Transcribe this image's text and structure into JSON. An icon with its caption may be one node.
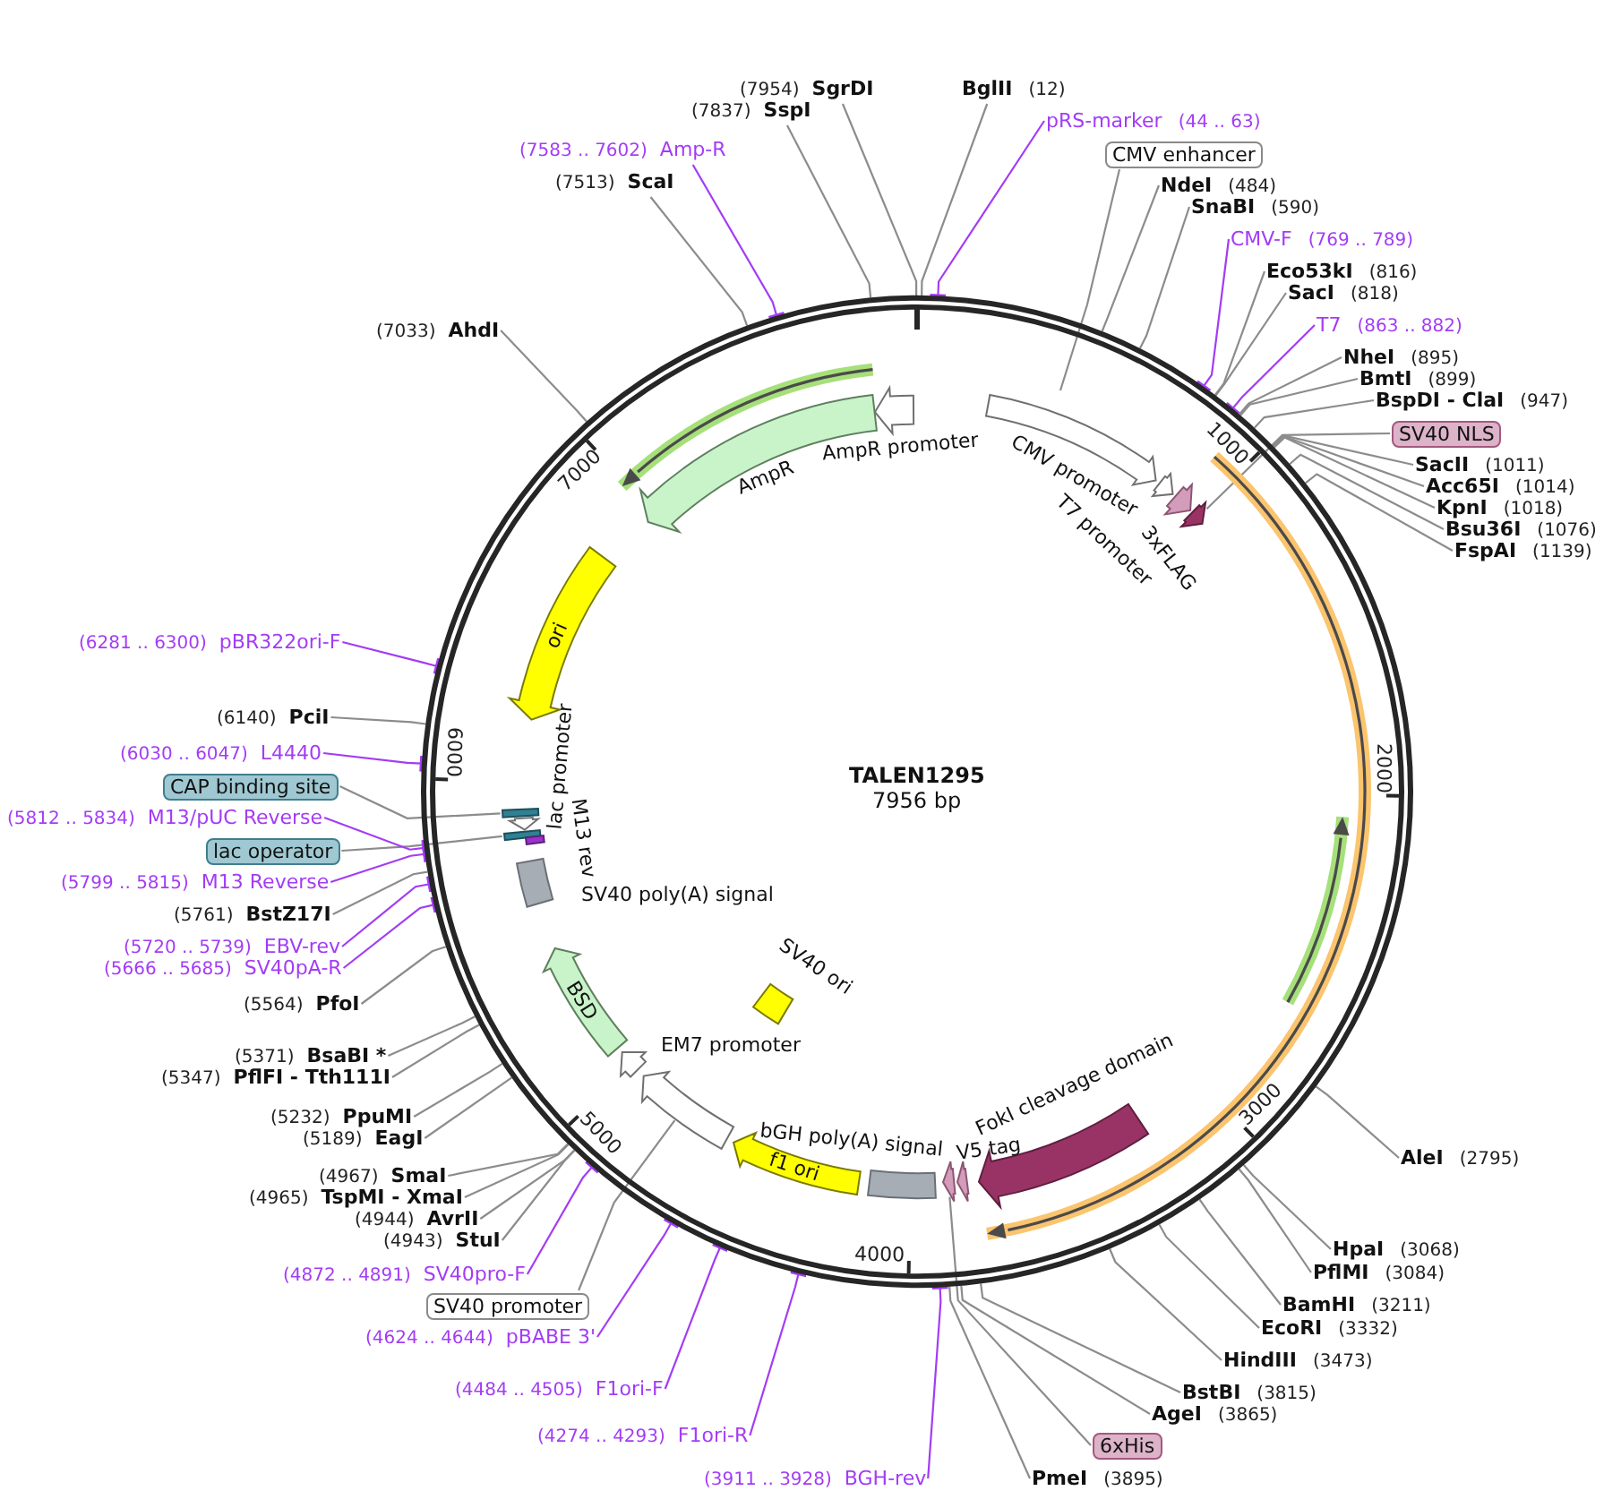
{
  "diagram": {
    "nodes": [
      {
        "text": [
          "TALEN1295",
          "7956 bp"
        ]
      },
      {
        "text": [
          "SgrDI"
        ],
        "beside": [
          "(7954)"
        ]
      },
      {
        "text": [
          "BglII"
        ],
        "beside": [
          "(12)"
        ]
      },
      {
        "text": [
          "pRS-marker"
        ],
        "beside": [
          "(44 .. 63)"
        ]
      },
      {
        "text": [
          "CMV enhancer"
        ]
      },
      {
        "text": [
          "NdeI"
        ],
        "beside": [
          "(484)"
        ]
      },
      {
        "text": [
          "SnaBI"
        ],
        "beside": [
          "(590)"
        ]
      },
      {
        "text": [
          "CMV-F"
        ],
        "beside": [
          "(769 .. 789)"
        ]
      },
      {
        "text": [
          "Eco53kI"
        ],
        "beside": [
          "(816)"
        ]
      },
      {
        "text": [
          "SacI"
        ],
        "beside": [
          "(818)"
        ]
      },
      {
        "text": [
          "T7"
        ],
        "beside": [
          "(863 .. 882)"
        ]
      },
      {
        "text": [
          "NheI"
        ],
        "beside": [
          "(895)"
        ]
      },
      {
        "text": [
          "BmtI"
        ],
        "beside": [
          "(899)"
        ]
      },
      {
        "text": [
          "BspDI - ClaI"
        ],
        "beside": [
          "(947)"
        ]
      },
      {
        "text": [
          "SV40 NLS"
        ]
      },
      {
        "text": [
          "SacII"
        ],
        "beside": [
          "(1011)"
        ]
      },
      {
        "text": [
          "Acc65I"
        ],
        "beside": [
          "(1014)"
        ]
      },
      {
        "text": [
          "KpnI"
        ],
        "beside": [
          "(1018)"
        ]
      },
      {
        "text": [
          "Bsu36I"
        ],
        "beside": [
          "(1076)"
        ]
      },
      {
        "text": [
          "FspAI"
        ],
        "beside": [
          "(1139)"
        ]
      },
      {
        "text": [
          "AleI"
        ],
        "beside": [
          "(2795)"
        ]
      },
      {
        "text": [
          "HpaI"
        ],
        "beside": [
          "(3068)"
        ]
      },
      {
        "text": [
          "PflMI"
        ],
        "beside": [
          "(3084)"
        ]
      },
      {
        "text": [
          "BamHI"
        ],
        "beside": [
          "(3211)"
        ]
      },
      {
        "text": [
          "EcoRI"
        ],
        "beside": [
          "(3332)"
        ]
      },
      {
        "text": [
          "HindIII"
        ],
        "beside": [
          "(3473)"
        ]
      },
      {
        "text": [
          "BstBI"
        ],
        "beside": [
          "(3815)"
        ]
      },
      {
        "text": [
          "AgeI"
        ],
        "beside": [
          "(3865)"
        ]
      },
      {
        "text": [
          "6xHis"
        ]
      },
      {
        "text": [
          "PmeI"
        ],
        "beside": [
          "(3895)"
        ]
      },
      {
        "text": [
          "BGH-rev"
        ],
        "beside": [
          "(3911 .. 3928)"
        ]
      },
      {
        "text": [
          "F1ori-R"
        ],
        "beside": [
          "(4274 .. 4293)"
        ]
      },
      {
        "text": [
          "F1ori-F"
        ],
        "beside": [
          "(4484 .. 4505)"
        ]
      },
      {
        "text": [
          "pBABE 3'"
        ],
        "beside": [
          "(4624 .. 4644)"
        ]
      },
      {
        "text": [
          "SV40 promoter"
        ]
      },
      {
        "text": [
          "SV40pro-F"
        ],
        "beside": [
          "(4872 .. 4891)"
        ]
      },
      {
        "text": [
          "StuI"
        ],
        "beside": [
          "(4943)"
        ]
      },
      {
        "text": [
          "AvrII"
        ],
        "beside": [
          "(4944)"
        ]
      },
      {
        "text": [
          "TspMI - XmaI"
        ],
        "beside": [
          "(4965)"
        ]
      },
      {
        "text": [
          "SmaI"
        ],
        "beside": [
          "(4967)"
        ]
      },
      {
        "text": [
          "EagI"
        ],
        "beside": [
          "(5189)"
        ]
      },
      {
        "text": [
          "PpuMI"
        ],
        "beside": [
          "(5232)"
        ]
      },
      {
        "text": [
          "PflFI - Tth111I"
        ],
        "beside": [
          "(5347)"
        ]
      },
      {
        "text": [
          "BsaBI *"
        ],
        "beside": [
          "(5371)"
        ]
      },
      {
        "text": [
          "PfoI"
        ],
        "beside": [
          "(5564)"
        ]
      },
      {
        "text": [
          "SV40pA-R"
        ],
        "beside": [
          "(5666 .. 5685)"
        ]
      },
      {
        "text": [
          "EBV-rev"
        ],
        "beside": [
          "(5720 .. 5739)"
        ]
      },
      {
        "text": [
          "BstZ17I"
        ],
        "beside": [
          "(5761)"
        ]
      },
      {
        "text": [
          "M13 Reverse"
        ],
        "beside": [
          "(5799 .. 5815)"
        ]
      },
      {
        "text": [
          "lac operator"
        ]
      },
      {
        "text": [
          "M13/pUC Reverse"
        ],
        "beside": [
          "(5812 .. 5834)"
        ]
      },
      {
        "text": [
          "CAP binding site"
        ]
      },
      {
        "text": [
          "L4440"
        ],
        "beside": [
          "(6030 .. 6047)"
        ]
      },
      {
        "text": [
          "PciI"
        ],
        "beside": [
          "(6140)"
        ]
      },
      {
        "text": [
          "pBR322ori-F"
        ],
        "beside": [
          "(6281 .. 6300)"
        ]
      },
      {
        "text": [
          "AhdI"
        ],
        "beside": [
          "(7033)"
        ]
      },
      {
        "text": [
          "ScaI"
        ],
        "beside": [
          "(7513)"
        ]
      },
      {
        "text": [
          "Amp-R"
        ],
        "beside": [
          "(7583 .. 7602)"
        ]
      },
      {
        "text": [
          "SspI"
        ],
        "beside": [
          "(7837)"
        ]
      },
      {
        "text": [
          "AmpR promoter"
        ],
        "in": 0
      },
      {
        "text": [
          "CMV promoter"
        ],
        "in": 0
      },
      {
        "text": [
          "AmpR"
        ],
        "in": 0
      },
      {
        "text": [
          "T7 promoter"
        ],
        "in": 0
      },
      {
        "text": [
          "3xFLAG"
        ],
        "in": 0
      },
      {
        "text": [],
        "shape": "arrow",
        "in": 0
      },
      {
        "text": [
          "ori"
        ],
        "in": 0
      },
      {
        "text": [
          "lac promoter"
        ],
        "in": 0
      },
      {
        "text": [],
        "shape": "box",
        "in": 0
      },
      {
        "text": [],
        "shape": "box",
        "in": 0
      },
      {
        "text": [
          "M13 rev"
        ],
        "in": 0
      },
      {
        "text": [
          "SV40 poly(A) signal"
        ],
        "in": 0
      },
      {
        "text": [
          "BSD"
        ],
        "in": 0
      },
      {
        "text": [
          "SV40 ori"
        ],
        "in": 0
      },
      {
        "text": [
          "EM7 promoter"
        ],
        "in": 0
      },
      {
        "text": [],
        "shape": "arrow",
        "in": 0
      },
      {
        "text": [
          "FokI cleavage domain"
        ],
        "in": 0
      },
      {
        "text": [
          "f1 ori"
        ],
        "in": 0
      },
      {
        "text": [
          "bGH poly(A) signal"
        ],
        "in": 0
      },
      {
        "text": [
          "V5 tag"
        ],
        "in": 0
      },
      {
        "text": [],
        "shape": "arrow",
        "in": 0
      }
    ],
    "edges": [
      {
        "from": 1,
        "to": 0,
        "arrow": "none"
      },
      {
        "from": 2,
        "to": 0,
        "arrow": "none"
      },
      {
        "from": 3,
        "to": 0,
        "arrow": "other",
        "color": "#a33cf5"
      },
      {
        "from": 4,
        "to": null,
        "arrow": "none"
      },
      {
        "from": 5,
        "to": 0,
        "arrow": "none"
      },
      {
        "from": 6,
        "to": 0,
        "arrow": "none"
      },
      {
        "from": 7,
        "to": 0,
        "arrow": "other",
        "color": "#a33cf5"
      },
      {
        "from": 8,
        "to": 0,
        "arrow": "none"
      },
      {
        "from": 9,
        "to": 0,
        "arrow": "none"
      },
      {
        "from": 10,
        "to": 0,
        "arrow": "other",
        "color": "#a33cf5"
      },
      {
        "from": 11,
        "to": 0,
        "arrow": "none"
      },
      {
        "from": 12,
        "to": 0,
        "arrow": "none"
      },
      {
        "from": 13,
        "to": 0,
        "arrow": "none"
      },
      {
        "from": 14,
        "to": 64,
        "arrow": "none"
      },
      {
        "from": 15,
        "to": 0,
        "arrow": "none"
      },
      {
        "from": 16,
        "to": 0,
        "arrow": "none"
      },
      {
        "from": 17,
        "to": 0,
        "arrow": "none"
      },
      {
        "from": 18,
        "to": 0,
        "arrow": "none"
      },
      {
        "from": 19,
        "to": 0,
        "arrow": "none"
      },
      {
        "from": 20,
        "to": 0,
        "arrow": "none"
      },
      {
        "from": 21,
        "to": 0,
        "arrow": "none"
      },
      {
        "from": 22,
        "to": 0,
        "arrow": "none"
      },
      {
        "from": 23,
        "to": 0,
        "arrow": "none"
      },
      {
        "from": 24,
        "to": 0,
        "arrow": "none"
      },
      {
        "from": 25,
        "to": 0,
        "arrow": "none"
      },
      {
        "from": 26,
        "to": 0,
        "arrow": "none"
      },
      {
        "from": 27,
        "to": 0,
        "arrow": "none"
      },
      {
        "from": 28,
        "to": 79,
        "arrow": "none"
      },
      {
        "from": 29,
        "to": 0,
        "arrow": "none"
      },
      {
        "from": 30,
        "to": 0,
        "arrow": "other",
        "color": "#a33cf5"
      },
      {
        "from": 31,
        "to": 0,
        "arrow": "other",
        "color": "#a33cf5"
      },
      {
        "from": 32,
        "to": 0,
        "arrow": "other",
        "color": "#a33cf5"
      },
      {
        "from": 33,
        "to": 0,
        "arrow": "other",
        "color": "#a33cf5"
      },
      {
        "from": 34,
        "to": 74,
        "arrow": "none"
      },
      {
        "from": 35,
        "to": 0,
        "arrow": "other",
        "color": "#a33cf5"
      },
      {
        "from": 36,
        "to": 0,
        "arrow": "none"
      },
      {
        "from": 37,
        "to": 0,
        "arrow": "none"
      },
      {
        "from": 38,
        "to": 0,
        "arrow": "none"
      },
      {
        "from": 39,
        "to": 0,
        "arrow": "none"
      },
      {
        "from": 40,
        "to": 0,
        "arrow": "none"
      },
      {
        "from": 41,
        "to": 0,
        "arrow": "none"
      },
      {
        "from": 42,
        "to": 0,
        "arrow": "none"
      },
      {
        "from": 43,
        "to": 0,
        "arrow": "none"
      },
      {
        "from": 44,
        "to": 0,
        "arrow": "none"
      },
      {
        "from": 45,
        "to": 0,
        "arrow": "other",
        "color": "#a33cf5"
      },
      {
        "from": 46,
        "to": 0,
        "arrow": "other",
        "color": "#a33cf5"
      },
      {
        "from": 47,
        "to": 0,
        "arrow": "none"
      },
      {
        "from": 48,
        "to": 0,
        "arrow": "other",
        "color": "#a33cf5"
      },
      {
        "from": 49,
        "to": 68,
        "arrow": "none"
      },
      {
        "from": 50,
        "to": 0,
        "arrow": "other",
        "color": "#a33cf5"
      },
      {
        "from": 51,
        "to": 67,
        "arrow": "none"
      },
      {
        "from": 52,
        "to": 0,
        "arrow": "other",
        "color": "#a33cf5"
      },
      {
        "from": 53,
        "to": 0,
        "arrow": "none"
      },
      {
        "from": 54,
        "to": 0,
        "arrow": "other",
        "color": "#a33cf5"
      },
      {
        "from": 55,
        "to": 0,
        "arrow": "none"
      },
      {
        "from": 56,
        "to": 0,
        "arrow": "none"
      },
      {
        "from": 57,
        "to": 0,
        "arrow": "other",
        "color": "#a33cf5"
      },
      {
        "from": 58,
        "to": 0,
        "arrow": "none"
      }
    ],
    "labels": [
      "1000",
      "2000",
      "3000",
      "4000",
      "5000",
      "6000",
      "7000"
    ]
  }
}
